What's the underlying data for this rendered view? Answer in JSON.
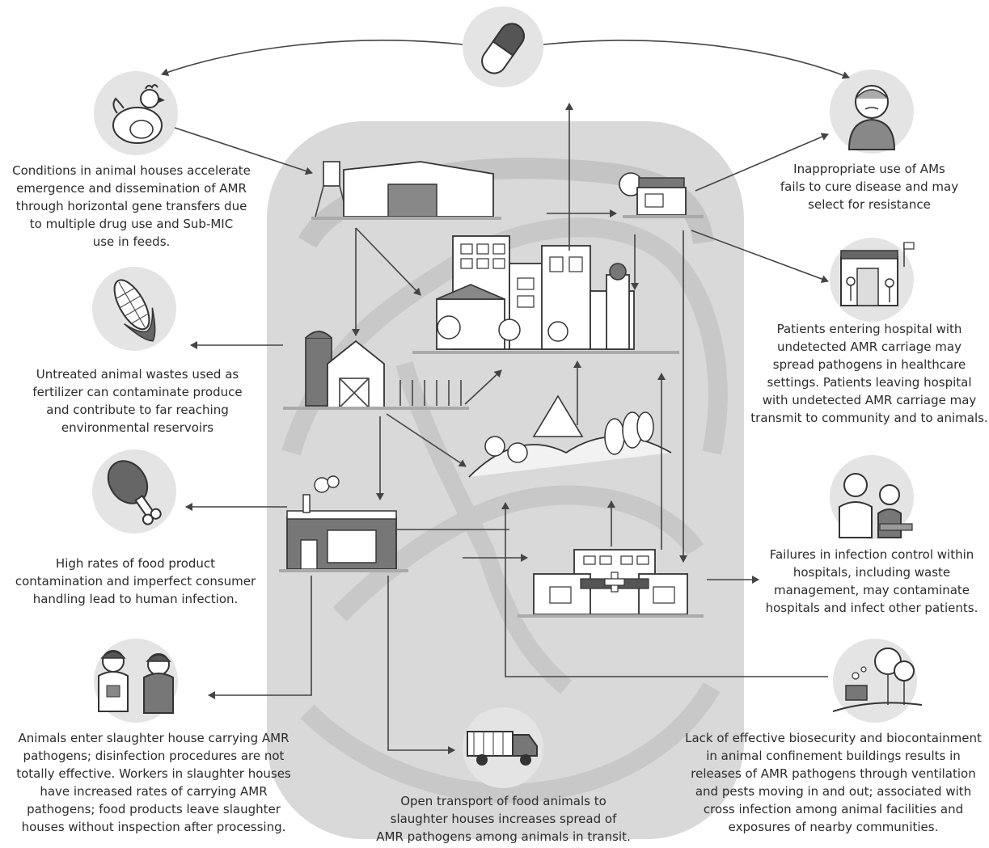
{
  "captions": {
    "animal_houses": [
      "Conditions in animal houses accelerate",
      "emergence and dissemination of AMR",
      "through horizontal gene transfers due",
      "to multiple drug use and Sub-MIC",
      "use in feeds."
    ],
    "inappropriate_use": [
      "Inappropriate use of AMs",
      "fails to cure disease and may",
      "select for resistance"
    ],
    "patients_entering": [
      "Patients entering hospital with",
      "undetected AMR carriage may",
      "spread pathogens in healthcare",
      "settings. Patients leaving hospital",
      "with undetected AMR carriage may",
      "transmit to community and to animals."
    ],
    "untreated_wastes": [
      "Untreated animal wastes used as",
      "fertilizer can contaminate produce",
      "and contribute to far reaching",
      "environmental reservoirs"
    ],
    "food_contamination": [
      "High rates of food product",
      "contamination and imperfect consumer",
      "handling lead to human infection."
    ],
    "infection_control": [
      "Failures in infection control within",
      "hospitals, including waste",
      "management, may contaminate",
      "hospitals and infect other patients."
    ],
    "slaughter_house": [
      "Animals enter slaughter house carrying AMR",
      "pathogens; disinfection procedures are not",
      "totally effective. Workers in slaughter houses",
      "have increased rates of carrying AMR",
      "pathogens; food products leave slaughter",
      "houses without inspection after processing."
    ],
    "open_transport": [
      "Open transport of food animals to",
      "slaughter houses increases spread of",
      "AMR pathogens among animals in transit."
    ],
    "biosecurity": [
      "Lack of effective biosecurity and biocontainment",
      "in animal confinement buildings results in",
      "releases of AMR pathogens through ventilation",
      "and pests moving in and out; associated with",
      "cross infection among animal facilities and",
      "exposures of nearby communities."
    ]
  },
  "icons": [
    "pill-icon",
    "chicken-icon",
    "sick-person-icon",
    "corn-icon",
    "hospital-entrance-icon",
    "drumstick-icon",
    "doctor-patient-icon",
    "workers-icon",
    "truck-icon",
    "farm-icon"
  ],
  "colors": {
    "circle": "#e4e4e4",
    "landscape": "#d8d8d8",
    "road": "#c9c9c9",
    "line": "#444444"
  }
}
